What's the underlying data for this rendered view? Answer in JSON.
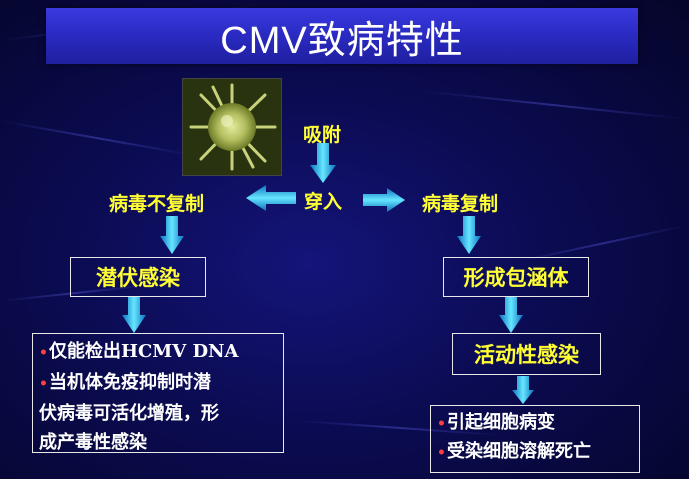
{
  "title": "CMV致病特性",
  "flow": {
    "adsorption": "吸附",
    "penetration": "穿入",
    "no_replication": "病毒不复制",
    "replication": "病毒复制",
    "latent": "潜伏感染",
    "inclusion": "形成包涵体",
    "active": "活动性感染"
  },
  "latent_notes": [
    "仅能检出HCMV DNA",
    "当机体免疫抑制时潜",
    "伏病毒可活化增殖，形",
    "成产毒性感染"
  ],
  "active_notes": [
    "引起细胞病变",
    "受染细胞溶解死亡"
  ],
  "colors": {
    "title_bg": "#2b2bc4",
    "label_text": "#ffff33",
    "arrow": "#33ccff",
    "bullet": "#ff4040"
  }
}
